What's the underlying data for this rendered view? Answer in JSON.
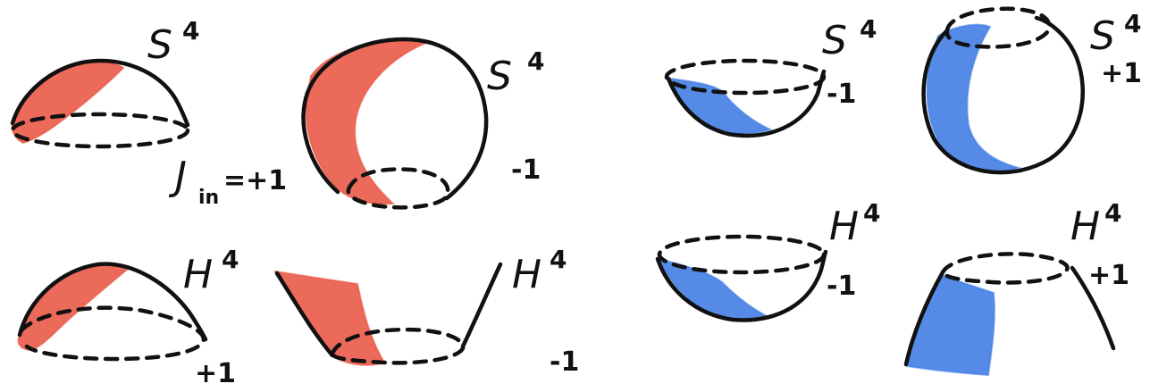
{
  "colors": {
    "red": "#e8503d",
    "blue": "#3d7be3",
    "ink": "#111111"
  },
  "formula": {
    "main": "J",
    "sub": "in",
    "rest": "=+1"
  },
  "panels": [
    {
      "id": "red-cap-s4",
      "space": "S",
      "dim": "4",
      "sign": ""
    },
    {
      "id": "red-ball-s4",
      "space": "S",
      "dim": "4",
      "sign": "-1"
    },
    {
      "id": "red-cap-h4",
      "space": "H",
      "dim": "4",
      "sign": "+1"
    },
    {
      "id": "red-cone-h4",
      "space": "H",
      "dim": "4",
      "sign": "-1"
    },
    {
      "id": "blue-bowl-s4",
      "space": "S",
      "dim": "4",
      "sign": "-1"
    },
    {
      "id": "blue-ball-s4",
      "space": "S",
      "dim": "4",
      "sign": "+1"
    },
    {
      "id": "blue-bowl-h4",
      "space": "H",
      "dim": "4",
      "sign": "-1"
    },
    {
      "id": "blue-cone-h4",
      "space": "H",
      "dim": "4",
      "sign": "+1"
    }
  ]
}
